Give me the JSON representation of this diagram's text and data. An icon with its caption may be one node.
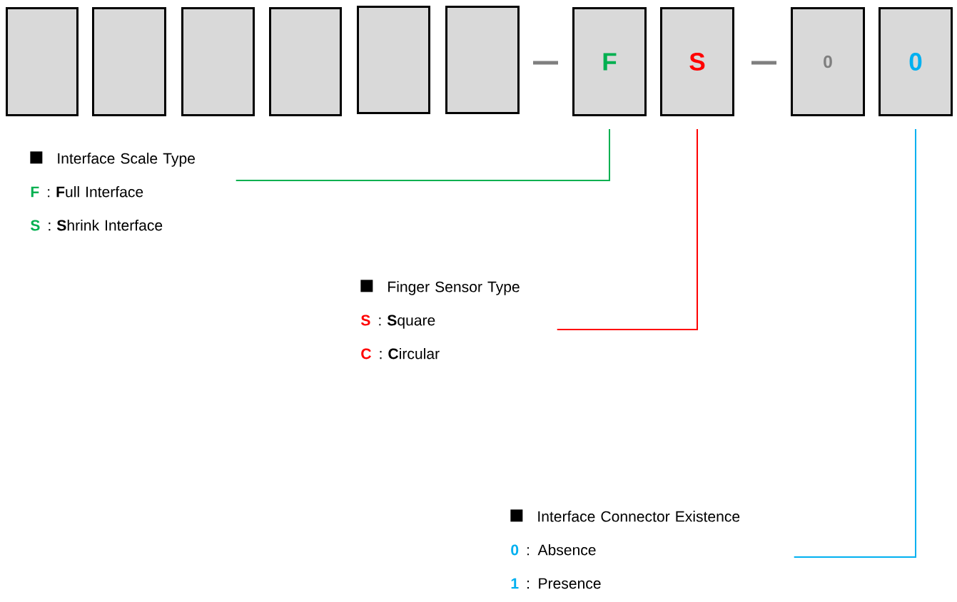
{
  "diagram": {
    "nodes": [
      {
        "text": [],
        "shape": "box"
      },
      {
        "text": [],
        "shape": "box"
      },
      {
        "text": [],
        "shape": "box"
      },
      {
        "text": [],
        "shape": "box"
      },
      {
        "text": [],
        "shape": "box"
      },
      {
        "text": [],
        "shape": "box"
      },
      {
        "text": [
          "F"
        ]
      },
      {
        "text": [
          "S"
        ]
      },
      {
        "text": [
          "0"
        ]
      },
      {
        "text": [
          "0"
        ]
      },
      {
        "text": [
          "Interface Scale Type",
          "F",
          ": **F**ull Interface",
          "S",
          ": **S**hrink Interface"
        ]
      },
      {
        "text": [
          "Finger Sensor Type",
          "S",
          ": **S**quare",
          "C",
          ": **C**ircular"
        ]
      },
      {
        "text": [
          "Interface Connector Existence",
          "0",
          ": Absence",
          "1",
          ": Presence"
        ]
      }
    ],
    "edges": [
      {
        "from": 6,
        "to": 10,
        "arrow": "none",
        "color": "#00b050"
      },
      {
        "from": 7,
        "to": 11,
        "arrow": "none",
        "color": "#ff0000"
      },
      {
        "from": 9,
        "to": 12,
        "arrow": "none",
        "color": "#00b0f0"
      }
    ]
  }
}
